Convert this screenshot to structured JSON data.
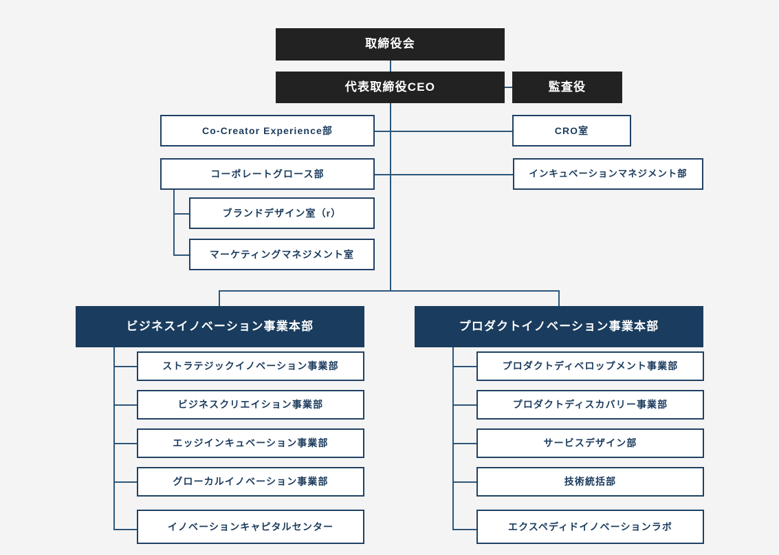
{
  "chart": {
    "type": "org-chart",
    "background_color": "#f4f4f4",
    "colors": {
      "executive_box": "#222222",
      "division_box": "#1a3c5e",
      "plain_box_border": "#1e4063",
      "plain_box_fill": "#ffffff",
      "plain_box_text": "#1a3a5c",
      "connector_line": "#2b5579",
      "inverse_text": "#ffffff"
    }
  },
  "nodes": {
    "board": {
      "label": "取締役会"
    },
    "ceo": {
      "label": "代表取締役CEO"
    },
    "auditor": {
      "label": "監査役"
    },
    "co_creator_experience": {
      "label": "Co-Creator Experience部"
    },
    "cro_office": {
      "label": "CRO室"
    },
    "corporate_growth": {
      "label": "コーポレートグロース部"
    },
    "incubation_management": {
      "label": "インキュベーションマネジメント部"
    },
    "brand_design": {
      "label": "ブランドデザイン室（r）"
    },
    "marketing_management": {
      "label": "マーケティングマネジメント室"
    },
    "business_innovation_hq": {
      "label": "ビジネスイノベーション事業本部"
    },
    "product_innovation_hq": {
      "label": "プロダクトイノベーション事業本部"
    }
  },
  "business_innovation_children": [
    {
      "label": "ストラテジックイノベーション事業部"
    },
    {
      "label": "ビジネスクリエイション事業部"
    },
    {
      "label": "エッジインキュベーション事業部"
    },
    {
      "label": "グローカルイノベーション事業部"
    },
    {
      "label": "イノベーションキャピタルセンター"
    }
  ],
  "product_innovation_children": [
    {
      "label": "プロダクトディベロップメント事業部"
    },
    {
      "label": "プロダクトディスカバリー事業部"
    },
    {
      "label": "サービスデザイン部"
    },
    {
      "label": "技術統括部"
    },
    {
      "label": "エクスペディドイノベーションラボ"
    }
  ]
}
